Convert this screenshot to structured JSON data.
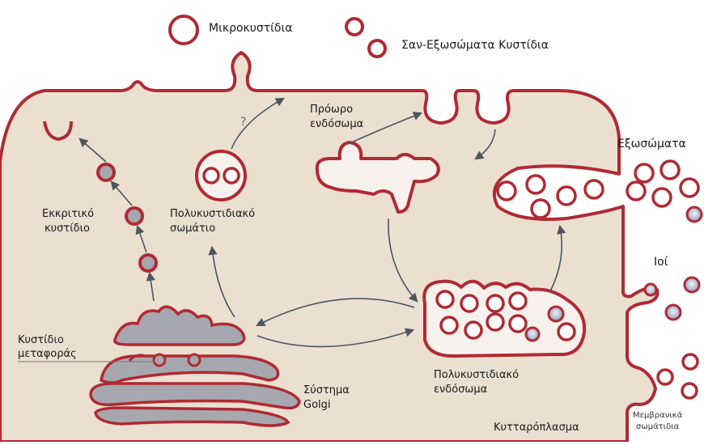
{
  "labels": {
    "microvesicles": "Μικροκυστίδια",
    "exosome_like": "Σαν-Εξωσώματα Κυστίδια",
    "early_endosome_1": "Πρόωρο",
    "early_endosome_2": "ενδόσωμα",
    "exosomes": "Εξωσώματα",
    "secretory_1": "Εκκριτικό",
    "secretory_2": "κυστίδιο",
    "mvb_1": "Πολυκυστιδιακό",
    "mvb_2": "σωμάτιο",
    "question": "?",
    "viruses": "Ιοί",
    "transport_1": "Κυστίδιο",
    "transport_2": "μεταφοράς",
    "mve_1": "Πολυκυστιδιακό",
    "mve_2": "ενδόσωμα",
    "golgi_1": "Σύστημα",
    "golgi_2": "Golgi",
    "cytoplasm": "Κυτταρόπλασμα",
    "membrane_1": "Μεμβρανικά",
    "membrane_2": "σωμάτιδια"
  },
  "colors": {
    "cytoplasm": "#ebdfd0",
    "membrane": "#b02a33",
    "organelle": "#f6f1ec",
    "vesicle_fill": "#ffffff",
    "golgi_grey": "#a7a8af",
    "virus_blue": "#8fa0bf",
    "arrow": "#4d5560"
  },
  "icons": [
    "vesicle-icon",
    "virus-icon",
    "arrow-icon"
  ]
}
